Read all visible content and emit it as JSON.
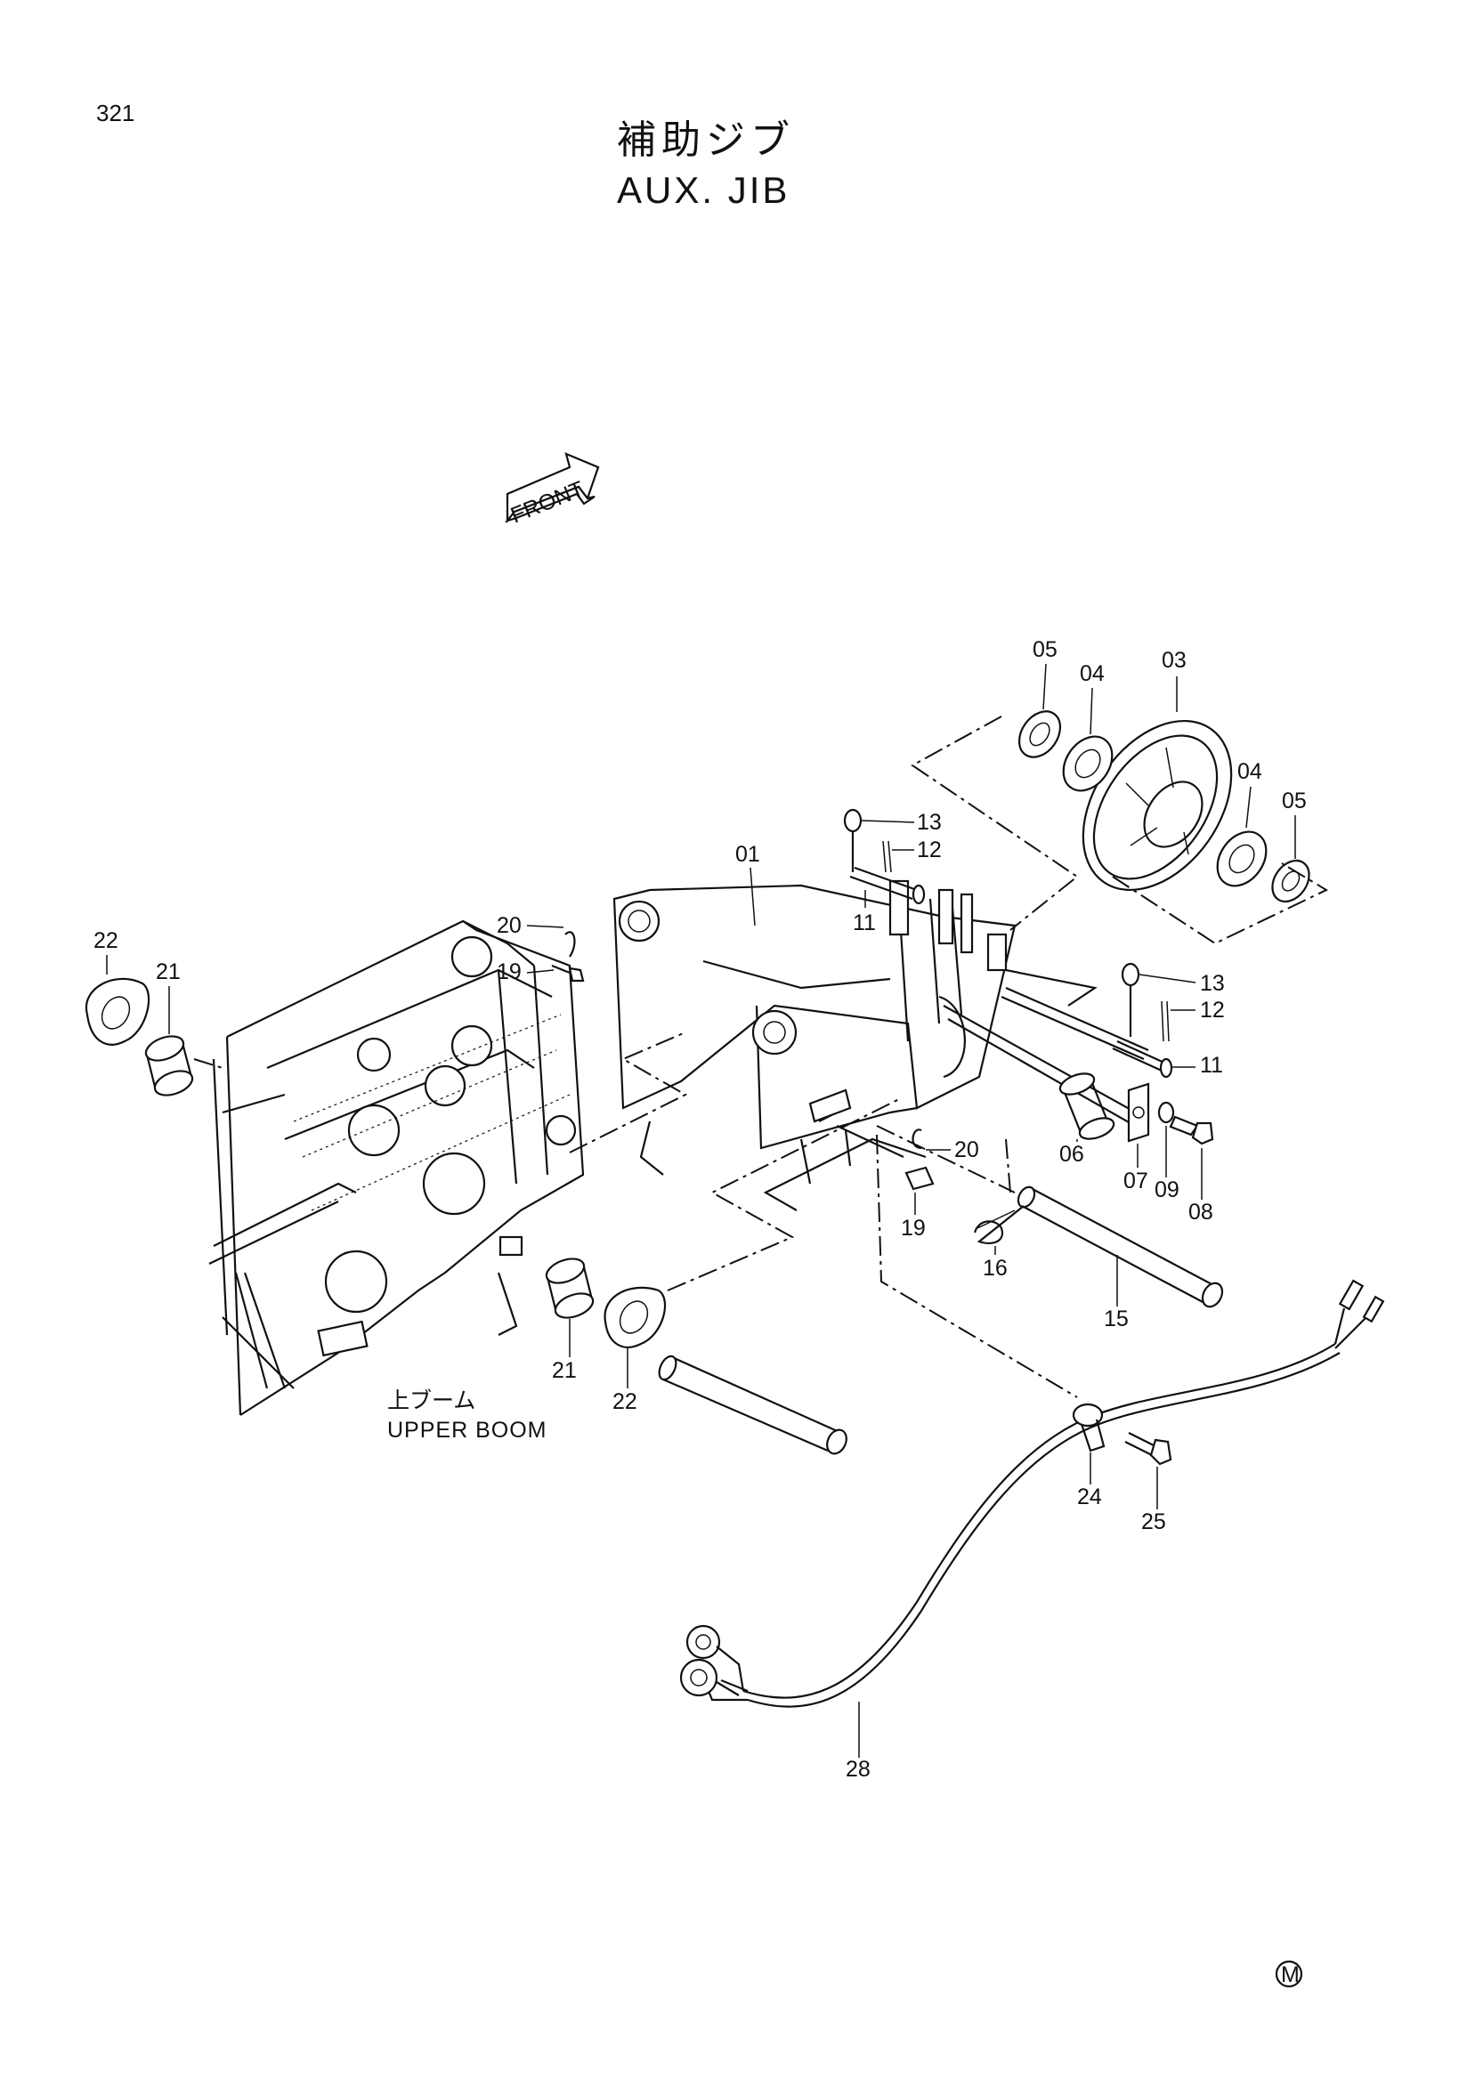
{
  "page_number": "321",
  "title_jp": "補助ジブ",
  "title_en": "AUX. JIB",
  "front_arrow_label": "FRONT",
  "upper_boom_label_jp": "上ブーム",
  "upper_boom_label_en": "UPPER BOOM",
  "manufacturer_mark": "M",
  "callouts": [
    {
      "id": "c01",
      "label": "01"
    },
    {
      "id": "c03",
      "label": "03"
    },
    {
      "id": "c04a",
      "label": "04"
    },
    {
      "id": "c04b",
      "label": "04"
    },
    {
      "id": "c05a",
      "label": "05"
    },
    {
      "id": "c05b",
      "label": "05"
    },
    {
      "id": "c06",
      "label": "06"
    },
    {
      "id": "c07",
      "label": "07"
    },
    {
      "id": "c08",
      "label": "08"
    },
    {
      "id": "c09",
      "label": "09"
    },
    {
      "id": "c11a",
      "label": "11"
    },
    {
      "id": "c11b",
      "label": "11"
    },
    {
      "id": "c12a",
      "label": "12"
    },
    {
      "id": "c12b",
      "label": "12"
    },
    {
      "id": "c13a",
      "label": "13"
    },
    {
      "id": "c13b",
      "label": "13"
    },
    {
      "id": "c15",
      "label": "15"
    },
    {
      "id": "c16",
      "label": "16"
    },
    {
      "id": "c19a",
      "label": "19"
    },
    {
      "id": "c19b",
      "label": "19"
    },
    {
      "id": "c20a",
      "label": "20"
    },
    {
      "id": "c20b",
      "label": "20"
    },
    {
      "id": "c21a",
      "label": "21"
    },
    {
      "id": "c21b",
      "label": "21"
    },
    {
      "id": "c22a",
      "label": "22"
    },
    {
      "id": "c22b",
      "label": "22"
    },
    {
      "id": "c24",
      "label": "24"
    },
    {
      "id": "c25",
      "label": "25"
    },
    {
      "id": "c28",
      "label": "28"
    }
  ]
}
